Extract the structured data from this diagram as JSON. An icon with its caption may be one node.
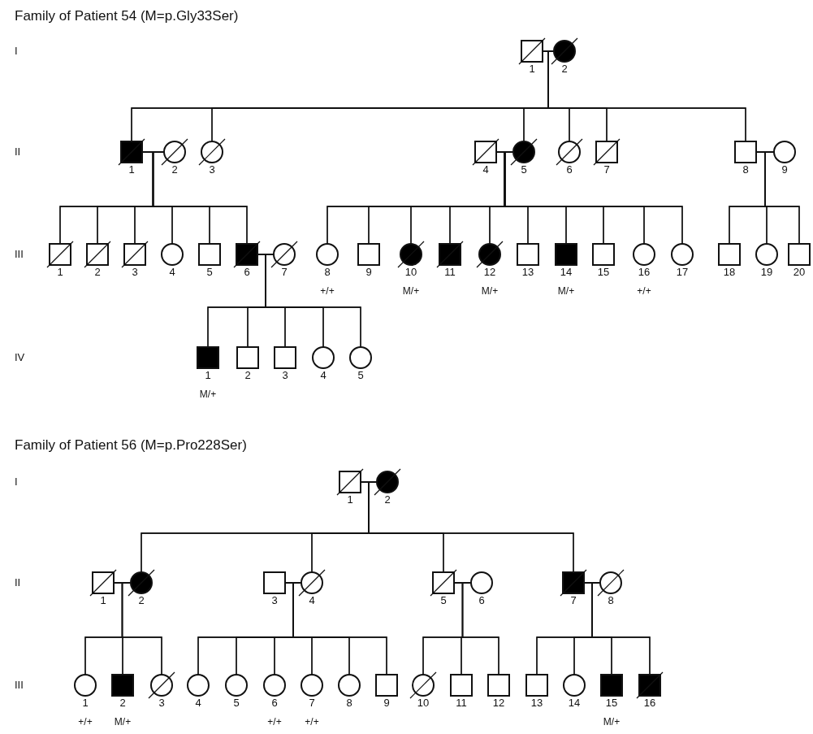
{
  "diagram": {
    "nodes": [
      {
        "text": [
          "1"
        ]
      },
      {
        "text": [
          "2"
        ]
      },
      {
        "text": [
          "1"
        ]
      },
      {
        "text": [
          "2"
        ]
      },
      {
        "text": [
          "3"
        ]
      },
      {
        "text": [
          "4"
        ]
      },
      {
        "text": [
          "5"
        ]
      },
      {
        "text": [
          "6"
        ]
      },
      {
        "text": [
          "7"
        ]
      },
      {
        "text": [
          "8"
        ]
      },
      {
        "text": [
          "9"
        ]
      },
      {
        "text": [
          "1"
        ]
      },
      {
        "text": [
          "2"
        ]
      },
      {
        "text": [
          "3"
        ]
      },
      {
        "text": [
          "4"
        ]
      },
      {
        "text": [
          "5"
        ]
      },
      {
        "text": [
          "6"
        ]
      },
      {
        "text": [
          "7"
        ]
      },
      {
        "text": [
          "8"
        ],
        "beside": [
          "+/+"
        ]
      },
      {
        "text": [
          "9"
        ]
      },
      {
        "text": [
          "10"
        ],
        "beside": [
          "M/+"
        ]
      },
      {
        "text": [
          "11"
        ]
      },
      {
        "text": [
          "12"
        ],
        "beside": [
          "M/+"
        ]
      },
      {
        "text": [
          "13"
        ]
      },
      {
        "text": [
          "14"
        ],
        "beside": [
          "M/+"
        ]
      },
      {
        "text": [
          "15"
        ]
      },
      {
        "text": [
          "16"
        ],
        "beside": [
          "+/+"
        ]
      },
      {
        "text": [
          "17"
        ]
      },
      {
        "text": [
          "18"
        ]
      },
      {
        "text": [
          "19"
        ]
      },
      {
        "text": [
          "20"
        ]
      },
      {
        "text": [
          "1"
        ],
        "beside": [
          "M/+"
        ]
      },
      {
        "text": [
          "2"
        ]
      },
      {
        "text": [
          "3"
        ]
      },
      {
        "text": [
          "4"
        ]
      },
      {
        "text": [
          "5"
        ]
      },
      {
        "text": [
          "1"
        ]
      },
      {
        "text": [
          "2"
        ]
      },
      {
        "text": [
          "1"
        ]
      },
      {
        "text": [
          "2"
        ]
      },
      {
        "text": [
          "3"
        ]
      },
      {
        "text": [
          "4"
        ]
      },
      {
        "text": [
          "5"
        ]
      },
      {
        "text": [
          "6"
        ]
      },
      {
        "text": [
          "7"
        ]
      },
      {
        "text": [
          "8"
        ]
      },
      {
        "text": [
          "1"
        ],
        "beside": [
          "+/+"
        ]
      },
      {
        "text": [
          "2"
        ],
        "beside": [
          "M/+"
        ]
      },
      {
        "text": [
          "3"
        ]
      },
      {
        "text": [
          "4"
        ]
      },
      {
        "text": [
          "5"
        ]
      },
      {
        "text": [
          "6"
        ],
        "beside": [
          "+/+"
        ]
      },
      {
        "text": [
          "7"
        ],
        "beside": [
          "+/+"
        ]
      },
      {
        "text": [
          "8"
        ]
      },
      {
        "text": [
          "9"
        ]
      },
      {
        "text": [
          "10"
        ]
      },
      {
        "text": [
          "11"
        ]
      },
      {
        "text": [
          "12"
        ]
      },
      {
        "text": [
          "13"
        ]
      },
      {
        "text": [
          "14"
        ]
      },
      {
        "text": [
          "15"
        ],
        "beside": [
          "M/+"
        ]
      },
      {
        "text": [
          "16"
        ]
      }
    ],
    "edges": [
      {
        "from": 0,
        "to": 1,
        "arrow": "none"
      },
      {
        "from": 0,
        "to": 2,
        "arrow": "none"
      },
      {
        "from": 1,
        "to": 2,
        "arrow": "none"
      },
      {
        "from": 0,
        "to": 4,
        "arrow": "none"
      },
      {
        "from": 1,
        "to": 4,
        "arrow": "none"
      },
      {
        "from": 0,
        "to": 6,
        "arrow": "none"
      },
      {
        "from": 1,
        "to": 6,
        "arrow": "none"
      },
      {
        "from": 0,
        "to": 7,
        "arrow": "none"
      },
      {
        "from": 1,
        "to": 7,
        "arrow": "none"
      },
      {
        "from": 0,
        "to": 8,
        "arrow": "none"
      },
      {
        "from": 1,
        "to": 8,
        "arrow": "none"
      },
      {
        "from": 0,
        "to": 9,
        "arrow": "none"
      },
      {
        "from": 1,
        "to": 9,
        "arrow": "none"
      },
      {
        "from": 2,
        "to": 3,
        "arrow": "none"
      },
      {
        "from": 2,
        "to": 11,
        "arrow": "none"
      },
      {
        "from": 3,
        "to": 11,
        "arrow": "none"
      },
      {
        "from": 2,
        "to": 12,
        "arrow": "none"
      },
      {
        "from": 3,
        "to": 12,
        "arrow": "none"
      },
      {
        "from": 2,
        "to": 13,
        "arrow": "none"
      },
      {
        "from": 3,
        "to": 13,
        "arrow": "none"
      },
      {
        "from": 2,
        "to": 14,
        "arrow": "none"
      },
      {
        "from": 3,
        "to": 14,
        "arrow": "none"
      },
      {
        "from": 2,
        "to": 15,
        "arrow": "none"
      },
      {
        "from": 3,
        "to": 15,
        "arrow": "none"
      },
      {
        "from": 2,
        "to": 16,
        "arrow": "none"
      },
      {
        "from": 3,
        "to": 16,
        "arrow": "none"
      },
      {
        "from": 5,
        "to": 6,
        "arrow": "none"
      },
      {
        "from": 5,
        "to": 18,
        "arrow": "none"
      },
      {
        "from": 6,
        "to": 18,
        "arrow": "none"
      },
      {
        "from": 5,
        "to": 19,
        "arrow": "none"
      },
      {
        "from": 6,
        "to": 19,
        "arrow": "none"
      },
      {
        "from": 5,
        "to": 20,
        "arrow": "none"
      },
      {
        "from": 6,
        "to": 20,
        "arrow": "none"
      },
      {
        "from": 5,
        "to": 21,
        "arrow": "none"
      },
      {
        "from": 6,
        "to": 21,
        "arrow": "none"
      },
      {
        "from": 5,
        "to": 22,
        "arrow": "none"
      },
      {
        "from": 6,
        "to": 22,
        "arrow": "none"
      },
      {
        "from": 5,
        "to": 23,
        "arrow": "none"
      },
      {
        "from": 6,
        "to": 23,
        "arrow": "none"
      },
      {
        "from": 5,
        "to": 24,
        "arrow": "none"
      },
      {
        "from": 6,
        "to": 24,
        "arrow": "none"
      },
      {
        "from": 5,
        "to": 25,
        "arrow": "none"
      },
      {
        "from": 6,
        "to": 25,
        "arrow": "none"
      },
      {
        "from": 5,
        "to": 26,
        "arrow": "none"
      },
      {
        "from": 6,
        "to": 26,
        "arrow": "none"
      },
      {
        "from": 5,
        "to": 27,
        "arrow": "none"
      },
      {
        "from": 6,
        "to": 27,
        "arrow": "none"
      },
      {
        "from": 9,
        "to": 10,
        "arrow": "none"
      },
      {
        "from": 9,
        "to": 28,
        "arrow": "none"
      },
      {
        "from": 10,
        "to": 28,
        "arrow": "none"
      },
      {
        "from": 9,
        "to": 29,
        "arrow": "none"
      },
      {
        "from": 10,
        "to": 29,
        "arrow": "none"
      },
      {
        "from": 9,
        "to": 30,
        "arrow": "none"
      },
      {
        "from": 10,
        "to": 30,
        "arrow": "none"
      },
      {
        "from": 16,
        "to": 17,
        "arrow": "none"
      },
      {
        "from": 16,
        "to": 31,
        "arrow": "none"
      },
      {
        "from": 17,
        "to": 31,
        "arrow": "none"
      },
      {
        "from": 16,
        "to": 32,
        "arrow": "none"
      },
      {
        "from": 17,
        "to": 32,
        "arrow": "none"
      },
      {
        "from": 16,
        "to": 33,
        "arrow": "none"
      },
      {
        "from": 17,
        "to": 33,
        "arrow": "none"
      },
      {
        "from": 16,
        "to": 34,
        "arrow": "none"
      },
      {
        "from": 17,
        "to": 34,
        "arrow": "none"
      },
      {
        "from": 16,
        "to": 35,
        "arrow": "none"
      },
      {
        "from": 17,
        "to": 35,
        "arrow": "none"
      },
      {
        "from": 36,
        "to": 37,
        "arrow": "none"
      },
      {
        "from": 36,
        "to": 39,
        "arrow": "none"
      },
      {
        "from": 37,
        "to": 39,
        "arrow": "none"
      },
      {
        "from": 36,
        "to": 41,
        "arrow": "none"
      },
      {
        "from": 37,
        "to": 41,
        "arrow": "none"
      },
      {
        "from": 36,
        "to": 42,
        "arrow": "none"
      },
      {
        "from": 37,
        "to": 42,
        "arrow": "none"
      },
      {
        "from": 36,
        "to": 44,
        "arrow": "none"
      },
      {
        "from": 37,
        "to": 44,
        "arrow": "none"
      },
      {
        "from": 38,
        "to": 39,
        "arrow": "none"
      },
      {
        "from": 38,
        "to": 46,
        "arrow": "none"
      },
      {
        "from": 39,
        "to": 46,
        "arrow": "none"
      },
      {
        "from": 38,
        "to": 47,
        "arrow": "none"
      },
      {
        "from": 39,
        "to": 47,
        "arrow": "none"
      },
      {
        "from": 38,
        "to": 48,
        "arrow": "none"
      },
      {
        "from": 39,
        "to": 48,
        "arrow": "none"
      },
      {
        "from": 40,
        "to": 41,
        "arrow": "none"
      },
      {
        "from": 40,
        "to": 49,
        "arrow": "none"
      },
      {
        "from": 41,
        "to": 49,
        "arrow": "none"
      },
      {
        "from": 40,
        "to": 50,
        "arrow": "none"
      },
      {
        "from": 41,
        "to": 50,
        "arrow": "none"
      },
      {
        "from": 40,
        "to": 51,
        "arrow": "none"
      },
      {
        "from": 41,
        "to": 51,
        "arrow": "none"
      },
      {
        "from": 40,
        "to": 52,
        "arrow": "none"
      },
      {
        "from": 41,
        "to": 52,
        "arrow": "none"
      },
      {
        "from": 40,
        "to": 53,
        "arrow": "none"
      },
      {
        "from": 41,
        "to": 53,
        "arrow": "none"
      },
      {
        "from": 40,
        "to": 54,
        "arrow": "none"
      },
      {
        "from": 41,
        "to": 54,
        "arrow": "none"
      },
      {
        "from": 42,
        "to": 43,
        "arrow": "none"
      },
      {
        "from": 42,
        "to": 55,
        "arrow": "none"
      },
      {
        "from": 43,
        "to": 55,
        "arrow": "none"
      },
      {
        "from": 42,
        "to": 56,
        "arrow": "none"
      },
      {
        "from": 43,
        "to": 56,
        "arrow": "none"
      },
      {
        "from": 42,
        "to": 57,
        "arrow": "none"
      },
      {
        "from": 43,
        "to": 57,
        "arrow": "none"
      },
      {
        "from": 44,
        "to": 45,
        "arrow": "none"
      },
      {
        "from": 44,
        "to": 58,
        "arrow": "none"
      },
      {
        "from": 45,
        "to": 58,
        "arrow": "none"
      },
      {
        "from": 44,
        "to": 59,
        "arrow": "none"
      },
      {
        "from": 45,
        "to": 59,
        "arrow": "none"
      },
      {
        "from": 44,
        "to": 60,
        "arrow": "none"
      },
      {
        "from": 45,
        "to": 60,
        "arrow": "none"
      },
      {
        "from": 44,
        "to": 61,
        "arrow": "none"
      },
      {
        "from": 45,
        "to": 61,
        "arrow": "none"
      }
    ],
    "labels": [
      "Family of Patient 54 (M=p.Gly33Ser)",
      "I",
      "II",
      "III",
      "IV",
      "Family of Patient 56 (M=p.Pro228Ser)",
      "I",
      "II",
      "III"
    ]
  }
}
